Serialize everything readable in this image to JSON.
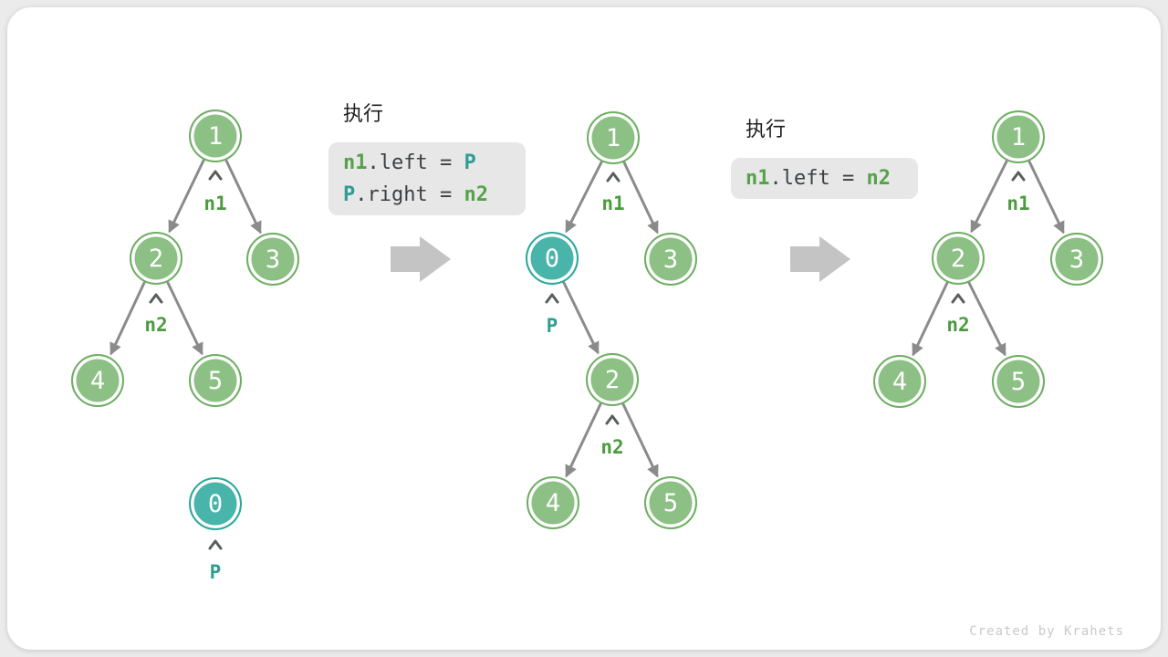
{
  "page": {
    "credit": "Created by Krahets"
  },
  "code_blocks": {
    "first": {
      "title": "执行",
      "line1": {
        "t1": "n1",
        "t2": ".left = ",
        "t3": "P"
      },
      "line2": {
        "t1": "P",
        "t2": ".right = ",
        "t3": "n2"
      }
    },
    "second": {
      "title": "执行",
      "line1": {
        "t1": "n1",
        "t2": ".left = ",
        "t3": "n2"
      }
    }
  },
  "trees": {
    "left": {
      "nodes": {
        "root": "1",
        "l": "2",
        "r": "3",
        "ll": "4",
        "lr": "5",
        "detached": "0"
      },
      "pointers": {
        "n1": "n1",
        "n2": "n2",
        "p": "P"
      }
    },
    "middle": {
      "nodes": {
        "root": "1",
        "l": "0",
        "r": "3",
        "lr": "2",
        "lrl": "4",
        "lrr": "5"
      },
      "pointers": {
        "n1": "n1",
        "p": "P",
        "n2": "n2"
      }
    },
    "right": {
      "nodes": {
        "root": "1",
        "l": "2",
        "r": "3",
        "ll": "4",
        "lr": "5"
      },
      "pointers": {
        "n1": "n1",
        "n2": "n2"
      }
    }
  },
  "colors": {
    "node_green_fill": "#8cc084",
    "node_green_border": "#6fae64",
    "node_teal_fill": "#49b4aa",
    "node_teal_border": "#2da89b",
    "pointer_green": "#4c9b41",
    "pointer_teal": "#2f9e92",
    "edge_gray": "#8b8b8b",
    "block_arrow_gray": "#c4c4c4",
    "code_box_bg": "#e7e7e7",
    "code_text": "#3c4043"
  }
}
